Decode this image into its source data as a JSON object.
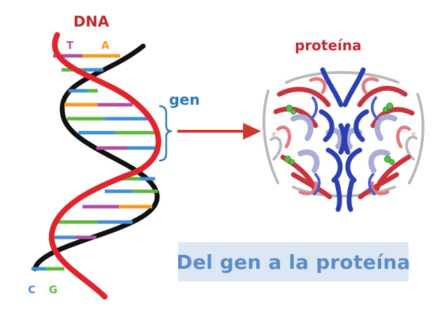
{
  "labels": {
    "dna": "DNA",
    "gen": "gen",
    "protein": "proteína",
    "base_top_left": "T",
    "base_top_right": "A",
    "base_bottom_left": "C",
    "base_bottom_right": "G"
  },
  "caption": "Del gen a la proteína",
  "colors": {
    "dna_label": "#c0282d",
    "gen_label": "#2a7ab8",
    "protein_label": "#c0282d",
    "arrow": "#d2382a",
    "bracket": "#2a7ab8",
    "strand_red": "#e0242b",
    "strand_black": "#111111",
    "base_T": "#b14ea3",
    "base_A": "#f59a23",
    "base_C": "#3f8fd8",
    "base_G": "#5cb83c",
    "caption_bg": "#dde7f4",
    "caption_text": "#5b8cc8"
  }
}
